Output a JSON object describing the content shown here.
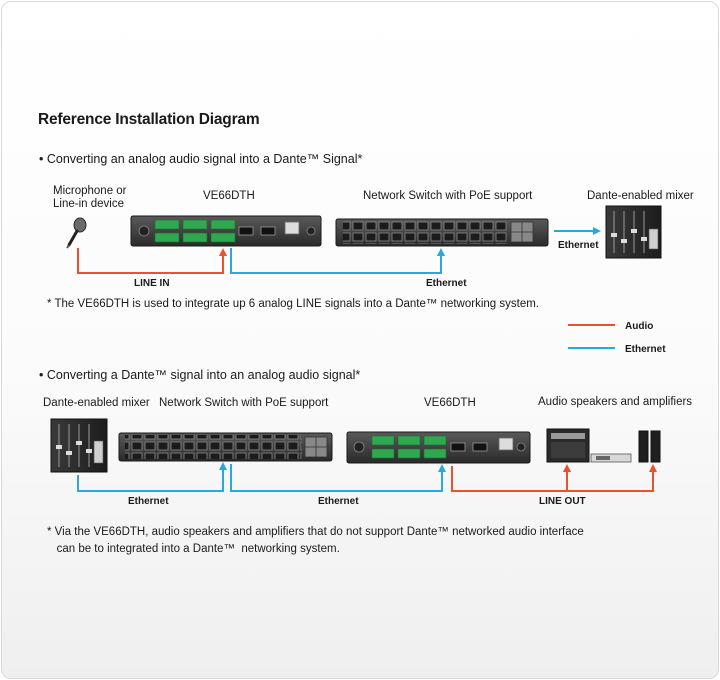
{
  "title": "Reference Installation Diagram",
  "section1": {
    "heading": "• Converting an analog audio signal into a Dante™  Signal*",
    "mic_label_line1": "Microphone or",
    "mic_label_line2": "Line-in device",
    "device_label": "VE66DTH",
    "switch_label": "Network Switch with PoE support",
    "mixer_label": "Dante-enabled mixer",
    "line_in": "LINE IN",
    "ethernet_bottom": "Ethernet",
    "ethernet_arrow": "Ethernet",
    "note": "* The VE66DTH is used to integrate up 6 analog LINE signals into a Dante™  networking system."
  },
  "legend": {
    "audio": "Audio",
    "ethernet": "Ethernet",
    "audio_color": "#e8522e",
    "ethernet_color": "#29a8e0"
  },
  "section2": {
    "heading": "• Converting a Dante™ signal into an analog audio signal*",
    "mixer_label": "Dante-enabled mixer",
    "switch_label": "Network Switch with PoE support",
    "device_label": "VE66DTH",
    "speakers_label": "Audio speakers and amplifiers",
    "ethernet_left": "Ethernet",
    "ethernet_mid": "Ethernet",
    "line_out": "LINE OUT",
    "note_line1": "* Via the VE66DTH, audio speakers and amplifiers that  do not support Dante™ networked audio interface",
    "note_line2": "   can be to integrated into a Dante™  networking system."
  }
}
